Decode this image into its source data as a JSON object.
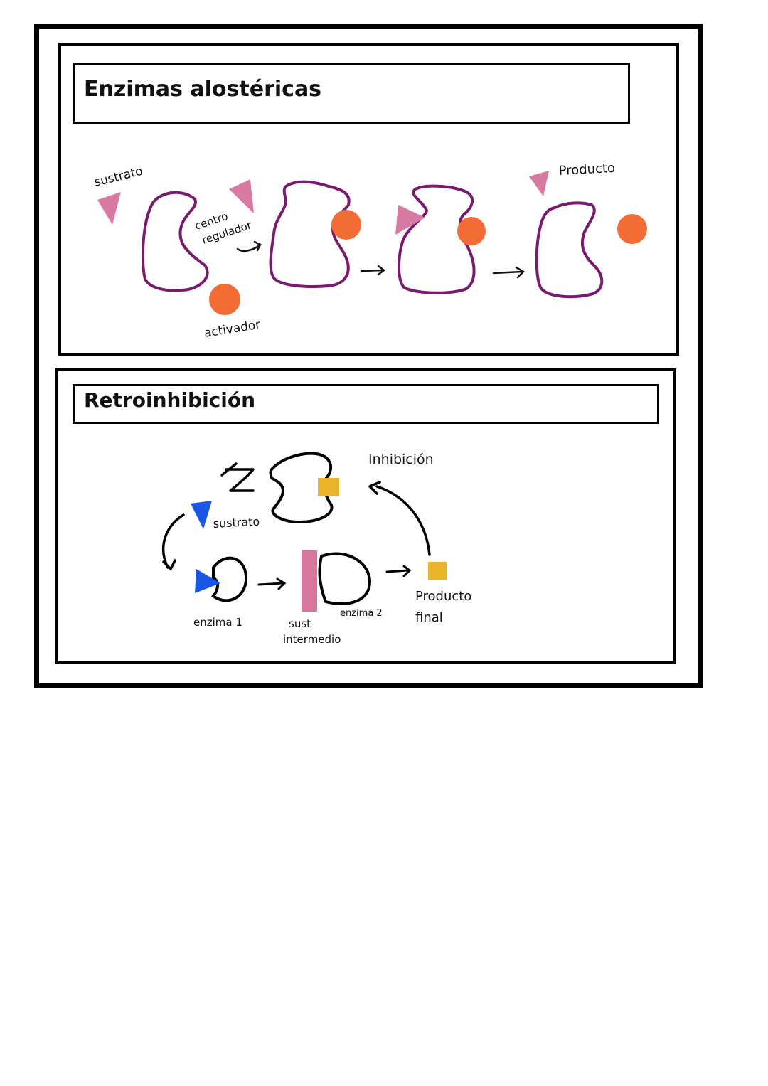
{
  "sections": [
    {
      "title": "Enzimas alostéricas",
      "labels": {
        "sustrato": "sustrato",
        "centro_regulador": [
          "centro",
          "regulador"
        ],
        "activador": "activador",
        "producto": "Producto"
      }
    },
    {
      "title": "Retroinhibición",
      "labels": {
        "inhibicion": "Inhibición",
        "sustrato": "sustrato",
        "enzima1": "enzima 1",
        "sust_intermedio": [
          "sust",
          "intermedio"
        ],
        "enzima2": "enzima 2",
        "producto_final": [
          "Producto",
          "final"
        ]
      }
    }
  ],
  "colors": {
    "enzyme_outline_purple": "#7a1a6e",
    "substrate_pink": "#d97aa4",
    "activator_orange": "#f36b35",
    "substrate_blue": "#1a57e6",
    "product_yellow": "#e9b42a",
    "intermediate_pink": "#d9769d",
    "ink": "#000000"
  }
}
